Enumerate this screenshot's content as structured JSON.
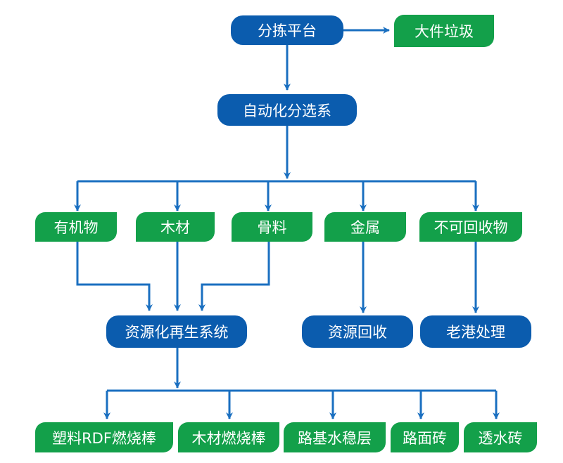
{
  "nodes": {
    "sorting_platform": "分拣平台",
    "bulky_waste": "大件垃圾",
    "auto_sorting": "自动化分选系",
    "organic": "有机物",
    "wood": "木材",
    "aggregate": "骨料",
    "metal": "金属",
    "non_recyclable": "不可回收物",
    "resource_regen": "资源化再生系统",
    "resource_recovery": "资源回收",
    "old_port_treatment": "老港处理",
    "plastic_rdf": "塑料RDF燃烧棒",
    "wood_fuel_rod": "木材燃烧棒",
    "road_base": "路基水稳层",
    "paving_brick": "路面砖",
    "permeable_brick": "透水砖"
  },
  "colors": {
    "blue_node": "#0b5cae",
    "green_node": "#13a04a",
    "arrow": "#1a6fc0",
    "text": "#ffffff"
  }
}
